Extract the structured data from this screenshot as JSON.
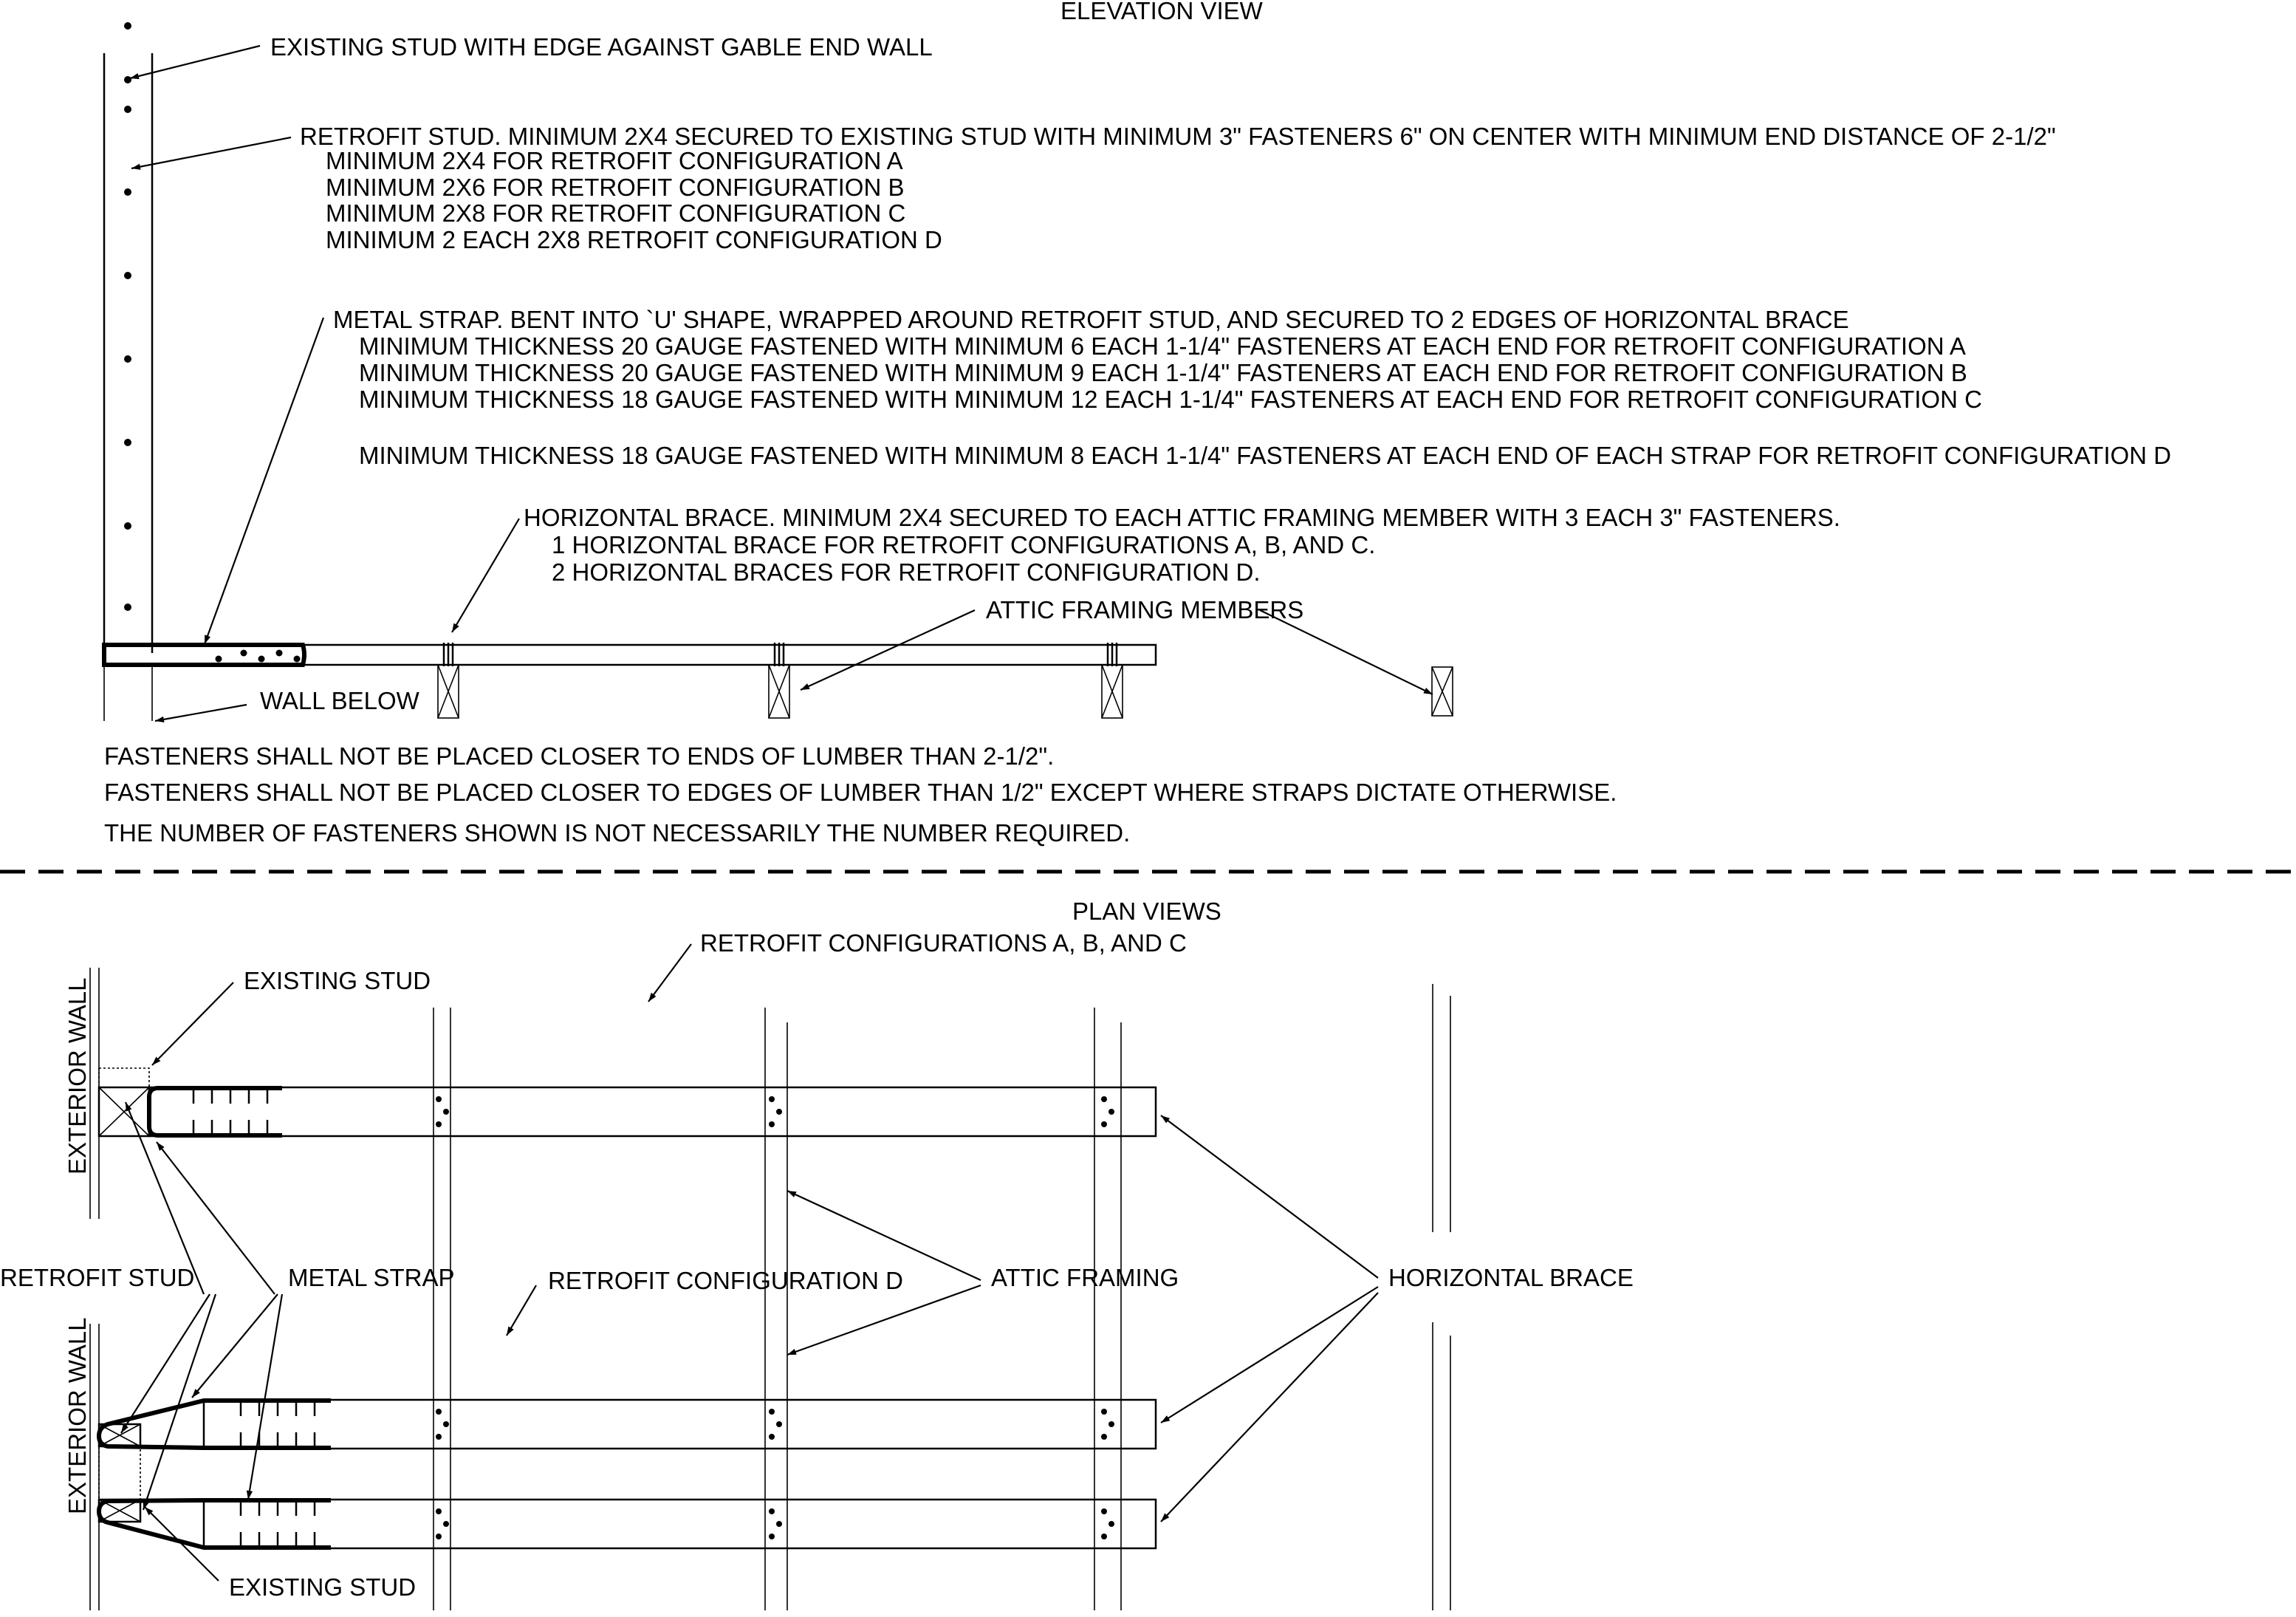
{
  "elevation": {
    "title": "ELEVATION VIEW",
    "existing_stud_note": "EXISTING STUD WITH EDGE AGAINST GABLE END WALL",
    "retrofit_stud": {
      "heading": "RETROFIT STUD.  MINIMUM 2X4 SECURED TO EXISTING STUD WITH MINIMUM 3\" FASTENERS 6\" ON CENTER WITH MINIMUM END DISTANCE OF 2-1/2\"",
      "lines": [
        "MINIMUM 2X4 FOR RETROFIT CONFIGURATION A",
        "MINIMUM 2X6 FOR RETROFIT CONFIGURATION B",
        "MINIMUM 2X8 FOR RETROFIT CONFIGURATION C",
        "MINIMUM 2 EACH 2X8 RETROFIT CONFIGURATION D"
      ]
    },
    "metal_strap": {
      "heading": "METAL STRAP.  BENT INTO `U' SHAPE, WRAPPED AROUND RETROFIT STUD, AND SECURED TO 2 EDGES OF HORIZONTAL BRACE",
      "lines": [
        "MINIMUM THICKNESS 20 GAUGE FASTENED WITH MINIMUM 6 EACH 1-1/4\" FASTENERS AT EACH END FOR RETROFIT CONFIGURATION A",
        "MINIMUM THICKNESS 20 GAUGE FASTENED WITH MINIMUM 9 EACH 1-1/4\" FASTENERS AT EACH END FOR RETROFIT CONFIGURATION B",
        "MINIMUM THICKNESS 18 GAUGE FASTENED WITH MINIMUM 12 EACH 1-1/4\" FASTENERS AT EACH END FOR RETROFIT CONFIGURATION C",
        "MINIMUM THICKNESS 18 GAUGE FASTENED WITH MINIMUM 8 EACH 1-1/4\" FASTENERS AT EACH END OF EACH STRAP FOR RETROFIT CONFIGURATION D"
      ]
    },
    "horizontal_brace": {
      "heading": "HORIZONTAL BRACE.  MINIMUM 2X4 SECURED TO EACH ATTIC FRAMING MEMBER WITH 3 EACH 3\" FASTENERS.",
      "lines": [
        "1 HORIZONTAL BRACE FOR RETROFIT CONFIGURATIONS A, B, AND C.",
        "2 HORIZONTAL BRACES FOR RETROFIT CONFIGURATION D."
      ]
    },
    "attic_framing_members": "ATTIC FRAMING MEMBERS",
    "wall_below": "WALL BELOW",
    "notes": [
      "FASTENERS SHALL NOT BE PLACED CLOSER TO ENDS OF LUMBER THAN 2-1/2\".",
      "FASTENERS SHALL NOT BE PLACED CLOSER TO EDGES OF LUMBER THAN 1/2\" EXCEPT WHERE STRAPS DICTATE OTHERWISE.",
      "THE NUMBER OF FASTENERS SHOWN IS NOT NECESSARILY THE NUMBER REQUIRED."
    ]
  },
  "plan": {
    "title": "PLAN VIEWS",
    "config_abc": "RETROFIT CONFIGURATIONS A, B, AND C",
    "config_d": "RETROFIT CONFIGURATION D",
    "existing_stud": "EXISTING STUD",
    "exterior_wall": "EXTERIOR WALL",
    "retrofit_stud": "RETROFIT STUD",
    "metal_strap": "METAL STRAP",
    "attic_framing": "ATTIC FRAMING",
    "horizontal_brace": "HORIZONTAL BRACE"
  }
}
